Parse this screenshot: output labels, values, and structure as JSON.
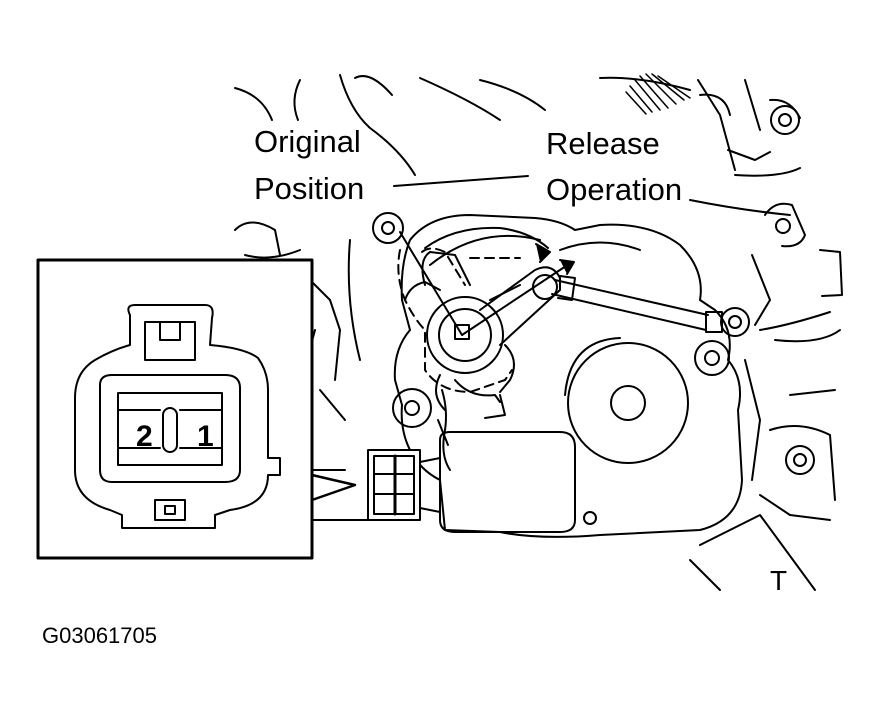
{
  "labels": {
    "original_line1": "Original",
    "original_line2": "Position",
    "release_line1": "Release",
    "release_line2": "Operation",
    "view_marker": "T",
    "figure_code": "G03061705"
  },
  "connector": {
    "pin_left": "2",
    "pin_right": "1"
  },
  "colors": {
    "line": "#000000",
    "background": "#ffffff"
  }
}
